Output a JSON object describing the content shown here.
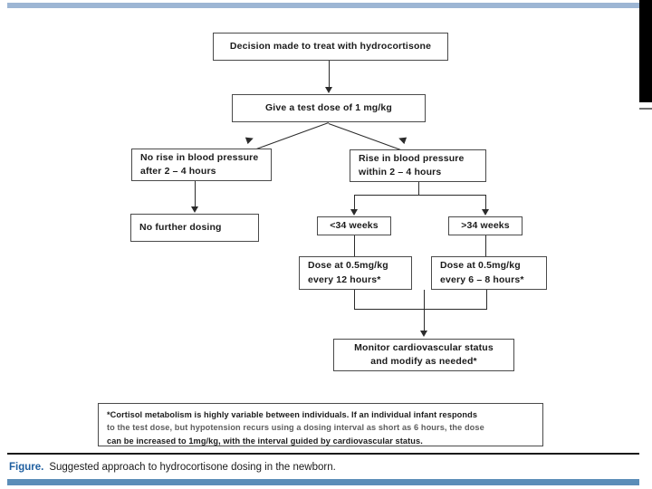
{
  "figure": {
    "caption_label": "Figure.",
    "caption_text": "Suggested approach to hydrocortisone dosing in the newborn.",
    "accent_color": "#9db6d4",
    "caption_bar_color": "#5b8db8",
    "caption_label_color": "#1f5fa0"
  },
  "chart_data": {
    "type": "diagram",
    "title": "Suggested approach to hydrocortisone dosing in the newborn.",
    "nodes": [
      {
        "id": "decision",
        "label": "Decision made to treat with hydrocortisone"
      },
      {
        "id": "test_dose",
        "label": "Give a test dose of 1 mg/kg"
      },
      {
        "id": "no_rise",
        "label": "No rise in blood pressure after 2 – 4 hours"
      },
      {
        "id": "rise",
        "label": "Rise in blood pressure within 2 – 4 hours"
      },
      {
        "id": "no_further",
        "label": "No further dosing"
      },
      {
        "id": "lt34",
        "label": "<34 weeks"
      },
      {
        "id": "gt34",
        "label": ">34 weeks"
      },
      {
        "id": "dose_12h",
        "label": "Dose at 0.5mg/kg every 12 hours*"
      },
      {
        "id": "dose_6_8h",
        "label": "Dose at 0.5mg/kg every 6 – 8 hours*"
      },
      {
        "id": "monitor",
        "label": "Monitor cardiovascular status and modify as needed*"
      }
    ],
    "edges": [
      {
        "from": "decision",
        "to": "test_dose"
      },
      {
        "from": "test_dose",
        "to": "no_rise"
      },
      {
        "from": "test_dose",
        "to": "rise"
      },
      {
        "from": "no_rise",
        "to": "no_further"
      },
      {
        "from": "rise",
        "to": "lt34"
      },
      {
        "from": "rise",
        "to": "gt34"
      },
      {
        "from": "lt34",
        "to": "dose_12h"
      },
      {
        "from": "gt34",
        "to": "dose_6_8h"
      },
      {
        "from": "dose_12h",
        "to": "monitor"
      },
      {
        "from": "dose_6_8h",
        "to": "monitor"
      }
    ]
  },
  "nodes": {
    "decision": {
      "line1": "Decision made to treat with hydrocortisone"
    },
    "test_dose": {
      "line1": "Give a test dose of 1 mg/kg"
    },
    "no_rise": {
      "line1": "No rise in blood pressure",
      "line2": "after 2 – 4 hours"
    },
    "rise": {
      "line1": "Rise in blood pressure",
      "line2": "within 2 – 4 hours"
    },
    "no_further": {
      "line1": "No further dosing"
    },
    "lt34": {
      "line1": "<34 weeks"
    },
    "gt34": {
      "line1": ">34 weeks"
    },
    "dose_12h": {
      "line1": "Dose at 0.5mg/kg",
      "line2": "every 12 hours*"
    },
    "dose_6_8h": {
      "line1": "Dose at 0.5mg/kg",
      "line2": "every 6 – 8 hours*"
    },
    "monitor": {
      "line1": "Monitor cardiovascular status",
      "line2": "and modify as needed*"
    }
  },
  "footnote": {
    "line1": "*Cortisol metabolism is highly variable between individuals.  If an individual infant responds",
    "line2": "to the test dose, but hypotension recurs using a dosing interval as short as 6 hours, the dose",
    "line3": "can be increased to 1mg/kg, with the interval guided by cardiovascular status."
  }
}
